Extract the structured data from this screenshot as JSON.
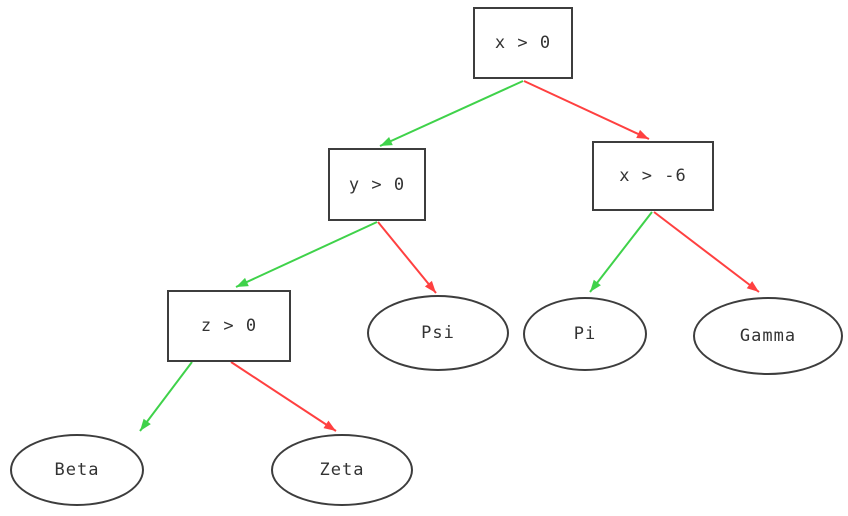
{
  "diagram": {
    "type": "decision-tree",
    "colors": {
      "background": "#ffffff",
      "true_branch": "#3fd24a",
      "false_branch": "#ff4040",
      "node_border": "#3d3d3d",
      "node_text": "#333333"
    },
    "nodes": {
      "root": {
        "label": "x > 0",
        "kind": "decision"
      },
      "y0": {
        "label": "y > 0",
        "kind": "decision"
      },
      "xm6": {
        "label": "x > -6",
        "kind": "decision"
      },
      "z0": {
        "label": "z > 0",
        "kind": "decision"
      },
      "psi": {
        "label": "Psi",
        "kind": "leaf"
      },
      "pi": {
        "label": "Pi",
        "kind": "leaf"
      },
      "gamma": {
        "label": "Gamma",
        "kind": "leaf"
      },
      "beta": {
        "label": "Beta",
        "kind": "leaf"
      },
      "zeta": {
        "label": "Zeta",
        "kind": "leaf"
      }
    },
    "edges": [
      {
        "from": "root",
        "to": "y0",
        "branch": "true"
      },
      {
        "from": "root",
        "to": "xm6",
        "branch": "false"
      },
      {
        "from": "y0",
        "to": "z0",
        "branch": "true"
      },
      {
        "from": "y0",
        "to": "psi",
        "branch": "false"
      },
      {
        "from": "xm6",
        "to": "pi",
        "branch": "true"
      },
      {
        "from": "xm6",
        "to": "gamma",
        "branch": "false"
      },
      {
        "from": "z0",
        "to": "beta",
        "branch": "true"
      },
      {
        "from": "z0",
        "to": "zeta",
        "branch": "false"
      }
    ]
  }
}
